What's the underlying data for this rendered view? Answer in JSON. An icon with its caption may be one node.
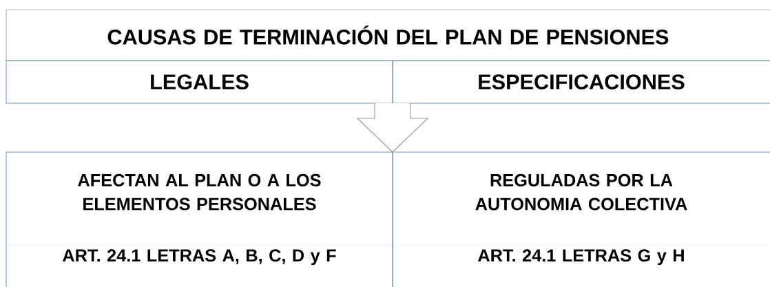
{
  "diagram": {
    "nodes": [
      {
        "text": [
          "CAUSAS DE TERMINACIÓN DEL PLAN DE PENSIONES"
        ]
      },
      {
        "text": [
          "LEGALES"
        ]
      },
      {
        "text": [
          "ESPECIFICACIONES"
        ]
      },
      {
        "text": [
          "AFECTAN AL PLAN O A LOS ELEMENTOS PERSONALES",
          "ART. 24.1 LETRAS A, B, C, D y F"
        ]
      },
      {
        "text": [
          "REGULADAS POR LA AUTONOMIA COLECTIVA",
          "ART. 24.1 LETRAS  G y H"
        ]
      }
    ],
    "edges": [
      {
        "from": 1,
        "to": 3,
        "arrow": "to"
      },
      {
        "from": 2,
        "to": 4,
        "arrow": "to"
      }
    ]
  }
}
